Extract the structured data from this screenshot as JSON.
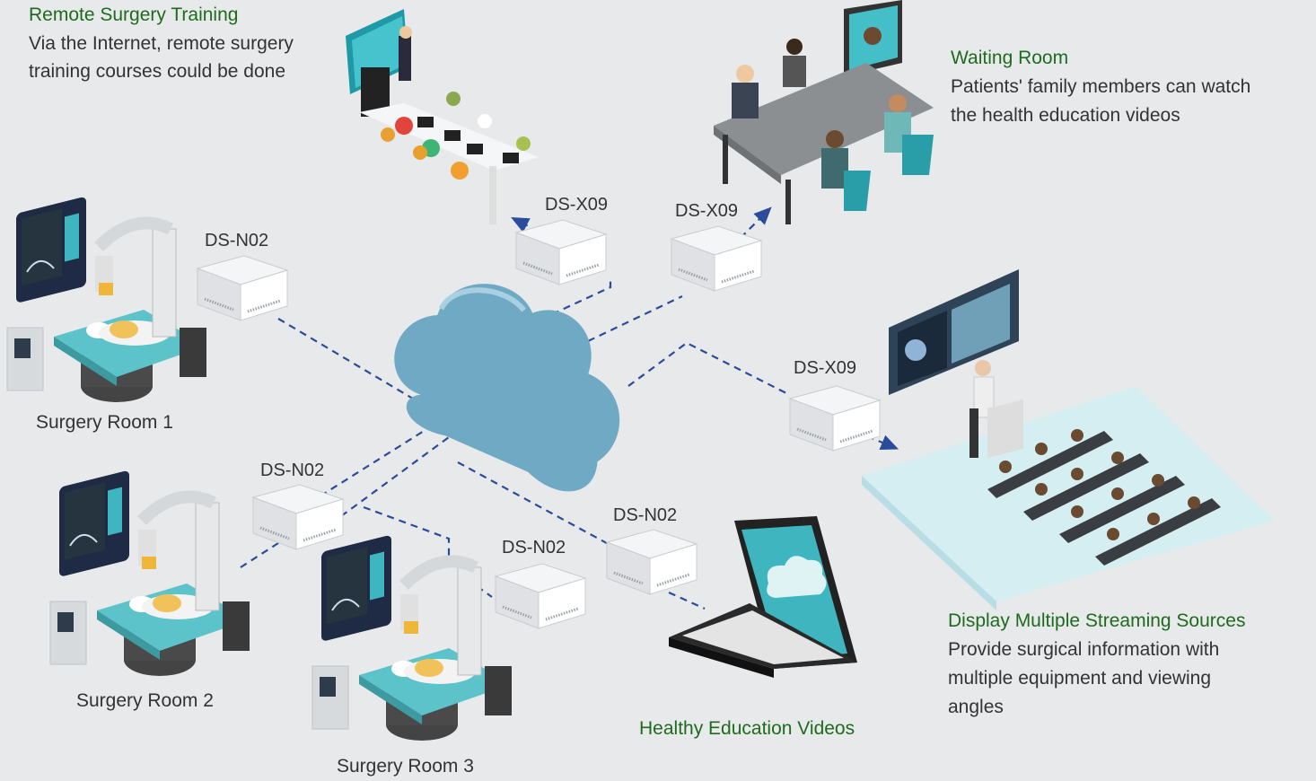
{
  "scenes": {
    "training": {
      "title": "Remote Surgery Training",
      "desc_lines": [
        "Via the Internet, remote surgery",
        "training courses could be done"
      ]
    },
    "waiting": {
      "title": "Waiting Room",
      "desc_lines": [
        "Patients' family members can watch",
        "the health education videos"
      ]
    },
    "display": {
      "title": "Display Multiple Streaming Sources",
      "desc_lines": [
        "Provide surgical information with",
        "multiple equipment and viewing",
        "angles"
      ]
    },
    "videos": {
      "title": "Healthy Education Videos"
    },
    "room1": {
      "label": "Surgery Room 1"
    },
    "room2": {
      "label": "Surgery Room 2"
    },
    "room3": {
      "label": "Surgery Room 3"
    }
  },
  "devices": {
    "x09_training": "DS-X09",
    "x09_waiting": "DS-X09",
    "x09_display": "DS-X09",
    "n02_room1": "DS-N02",
    "n02_room2": "DS-N02",
    "n02_room3": "DS-N02",
    "n02_videos": "DS-N02"
  },
  "colors": {
    "title_green": "#1e6b1e",
    "link_blue": "#2b4c9b",
    "cloud": "#6fa9c4",
    "screen": "#3fb5bf"
  }
}
